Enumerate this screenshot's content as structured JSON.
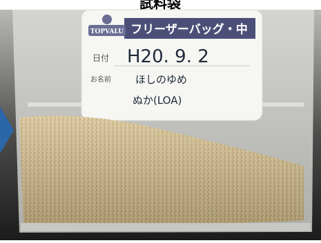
{
  "heading": "試料袋",
  "label": {
    "brand": "TOPVALU",
    "product": "フリーザーバッグ・中",
    "date_field": "日付",
    "date_value": "H20. 9. 2",
    "name_field": "お名前",
    "name_line1": "ほしのゆめ",
    "name_line2": "ぬか(LOA)"
  },
  "colors": {
    "arrow": "#2a66a8",
    "rice_bran": "#cdb686",
    "background": "#2f2f2f",
    "label_paper": "#f6f6f3",
    "ink": "#1f2a3a",
    "title_bar": "#4b4f78"
  },
  "icons": {
    "arrow": "right-arrow-icon"
  }
}
